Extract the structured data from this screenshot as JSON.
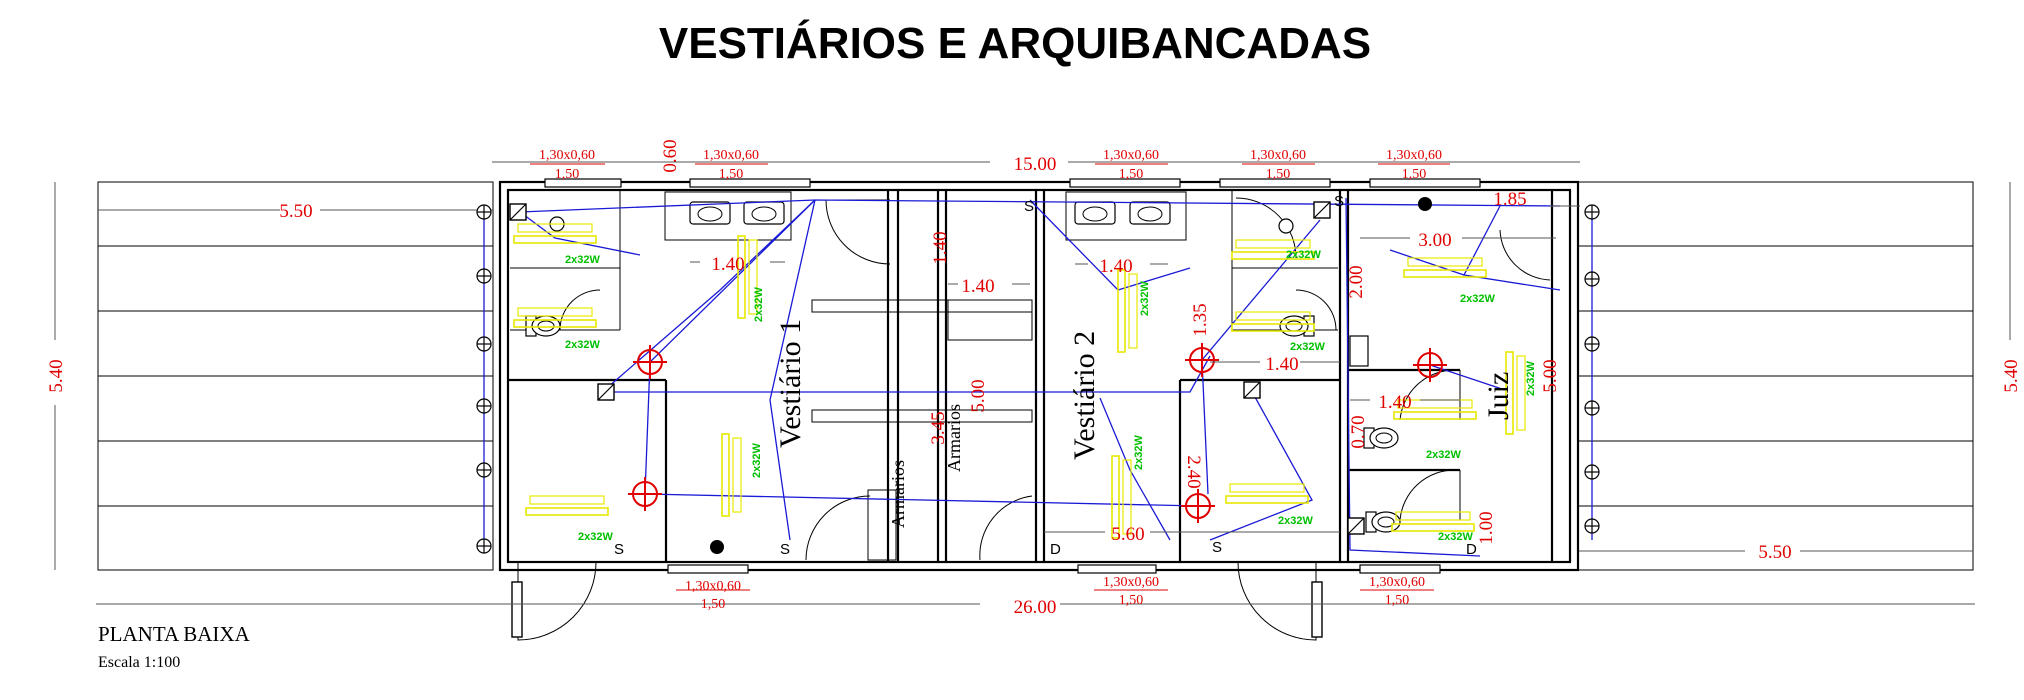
{
  "title": "VESTIÁRIOS E ARQUIBANCADAS",
  "caption": {
    "name": "PLANTA BAIXA",
    "scale": "Escala 1:100"
  },
  "rooms": {
    "vestiario1": "Vestiário 1",
    "vestiario2": "Vestiário 2",
    "juiz": "Juiz",
    "armarios": "Armarios"
  },
  "dimensions": {
    "total_width": "26.00",
    "building_width": "15.00",
    "stand_width": "5.50",
    "height": "5.40",
    "inner_height": "5.00",
    "d_1_40": "1.40",
    "d_1_85": "1.85",
    "d_3_00": "3.00",
    "d_3_45": "3.45",
    "d_5_60": "5.60",
    "d_0_60": "0.60",
    "d_1_35": "1.35",
    "d_2_00": "2.00",
    "d_2_40": "2.40",
    "d_1_00": "1.00",
    "d_0_70": "0.70"
  },
  "windows": {
    "size": "1,30x0,60",
    "sill": "1,50"
  },
  "electrical": {
    "lamp_label": "2x32W",
    "lamp_qty": "2",
    "switch_s": "S",
    "switch_d": "D"
  },
  "colors": {
    "dimension": "#e00000",
    "wiring": "#1a1ad6",
    "luminaire": "#e8e800",
    "lamp_text": "#00c000"
  }
}
